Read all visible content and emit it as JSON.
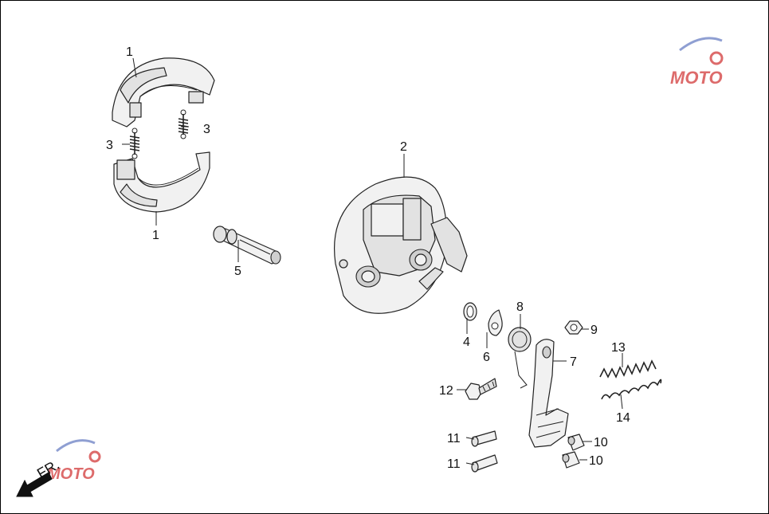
{
  "callouts": {
    "c1_top": "1",
    "c1_bottom": "1",
    "c2": "2",
    "c3_right": "3",
    "c3_left": "3",
    "c4": "4",
    "c5": "5",
    "c6": "6",
    "c7": "7",
    "c8": "8",
    "c9": "9",
    "c10_top": "10",
    "c10_bottom": "10",
    "c11_top": "11",
    "c11_bottom": "11",
    "c12": "12",
    "c13": "13",
    "c14": "14"
  },
  "direction": {
    "label": "FR."
  },
  "watermark": {
    "brand": "MOTO",
    "icon": "gear-icon"
  },
  "colors": {
    "watermark_red": "#d23a3a",
    "watermark_blue": "#6a7fc4",
    "ink": "#222222"
  }
}
